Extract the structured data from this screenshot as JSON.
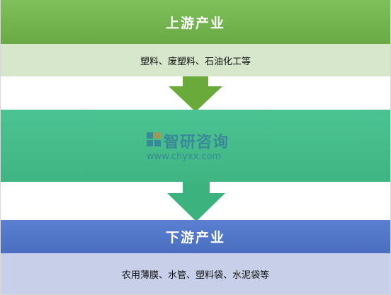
{
  "upstream": {
    "title": "上游产业",
    "description": "塑料、废塑料、石油化工等"
  },
  "midstream": {
    "title": ""
  },
  "downstream": {
    "title": "下游产业",
    "description": "农用薄膜、水管、塑料袋、水泥袋等"
  },
  "watermark": {
    "name": "智研咨询",
    "url": "www.chyxx.com"
  },
  "colors": {
    "upstream": "#74b64f",
    "midstream": "#46bd8b",
    "downstream": "#5276c8",
    "arrow_1": "#6aaa3a",
    "arrow_2": "#3cb27e"
  }
}
